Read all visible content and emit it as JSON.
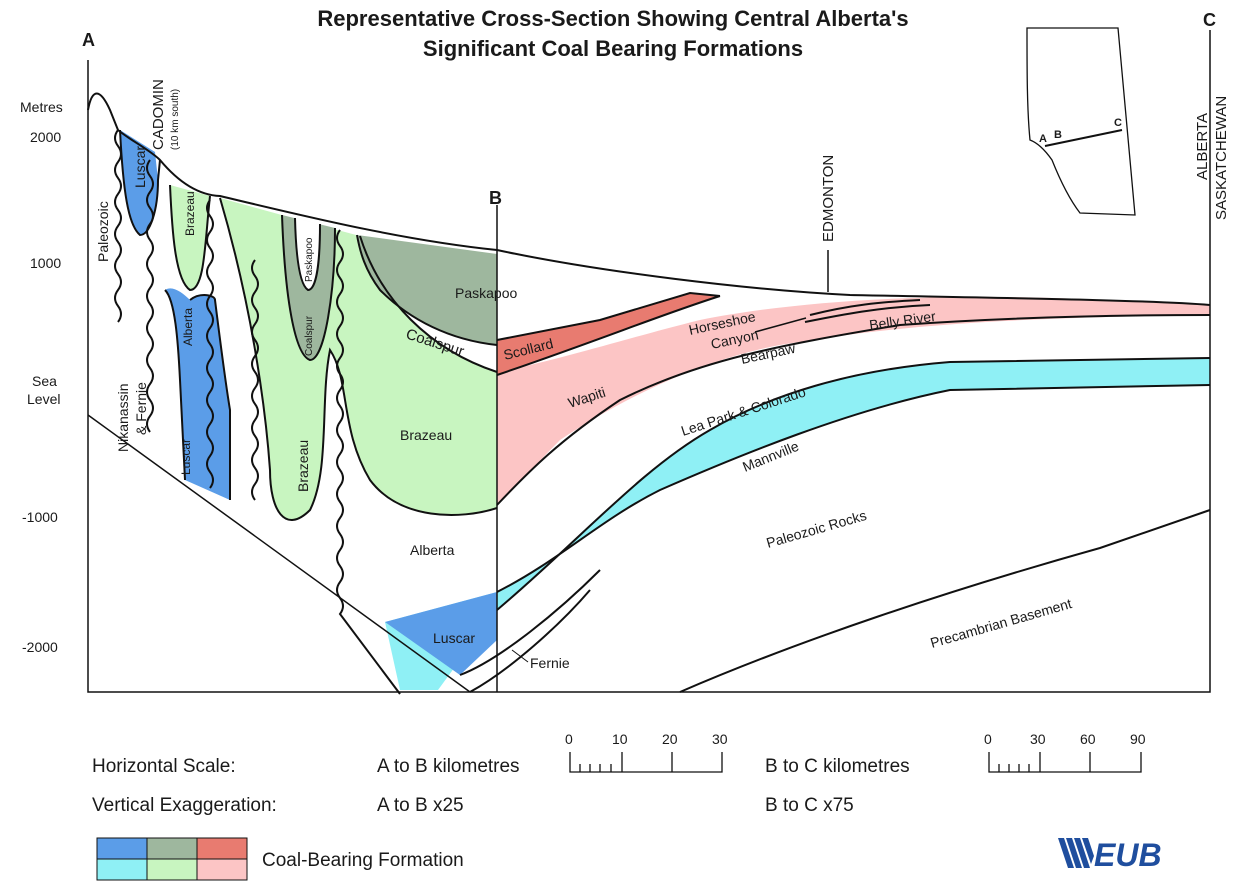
{
  "title": {
    "line1": "Representative Cross-Section Showing Central Alberta's",
    "line2": "Significant Coal Bearing Formations"
  },
  "section_points": {
    "a": "A",
    "b": "B",
    "c": "C"
  },
  "axis": {
    "unit": "Metres",
    "ticks": {
      "t2000": "2000",
      "t1000": "1000",
      "tm1000": "-1000",
      "tm2000": "-2000"
    },
    "sea_level": {
      "line1": "Sea",
      "line2": "Level"
    }
  },
  "places": {
    "cadomin": "CADOMIN",
    "cadomin_note": "(10 km south)",
    "edmonton": "EDMONTON",
    "alberta": "ALBERTA",
    "saskatchewan": "SASKATCHEWAN"
  },
  "formations": {
    "paleozoic": "Paleozoic",
    "luscar": "Luscar",
    "brazeau": "Brazeau",
    "nikanassin_fernie": {
      "line1": "Nikanassin",
      "line2": "& Fernie"
    },
    "alberta": "Alberta",
    "paskapoo": "Paskapoo",
    "coalspur": "Coalspur",
    "scollard": "Scollard",
    "horseshoe_canyon": {
      "line1": "Horseshoe",
      "line2": "Canyon"
    },
    "bearpaw": "Bearpaw",
    "belly_river": "Belly River",
    "wapiti": "Wapiti",
    "lea_park_colorado": "Lea Park & Colorado",
    "mannville": "Mannville",
    "paleozoic_rocks": "Paleozoic Rocks",
    "precambrian_basement": "Precambrian Basement",
    "fernie": "Fernie"
  },
  "inset_map": {
    "a": "A",
    "b": "B",
    "c": "C"
  },
  "scale": {
    "horizontal_label": "Horizontal Scale:",
    "vertical_label": "Vertical Exaggeration:",
    "ab_km": "A to B kilometres",
    "bc_km": "B to C kilometres",
    "ab_exag": "A to B x25",
    "bc_exag": "B to C x75",
    "ab_ticks": [
      "0",
      "10",
      "20",
      "30"
    ],
    "bc_ticks": [
      "0",
      "30",
      "60",
      "90"
    ]
  },
  "legend": {
    "label": "Coal-Bearing Formation",
    "colors": {
      "blue_dark": "#5b9de8",
      "green_dark": "#9eb79e",
      "red_dark": "#e87b70",
      "blue_light": "#8ff0f5",
      "green_light": "#c8f5c0",
      "red_light": "#fcc5c5"
    }
  },
  "logo": {
    "text": "EUB"
  }
}
